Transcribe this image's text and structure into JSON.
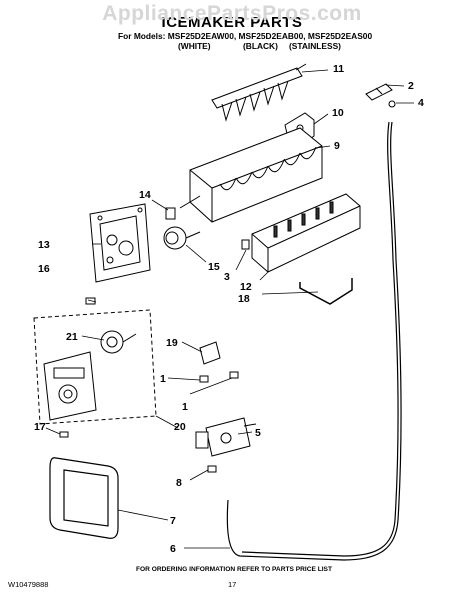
{
  "watermark": "AppliancePartsPros.com",
  "title": "ICEMAKER PARTS",
  "models_line": "For Models: MSF25D2EAW00, MSF25D2EAB00, MSF25D2EAS00",
  "colors": {
    "white": "(WHITE)",
    "black": "(BLACK)",
    "stainless": "(STAINLESS)"
  },
  "callouts": {
    "c11": "11",
    "c2": "2",
    "c4": "4",
    "c10": "10",
    "c9": "9",
    "c14": "14",
    "c13": "13",
    "c15": "15",
    "c3": "3",
    "c16": "16",
    "c12": "12",
    "c18": "18",
    "c21": "21",
    "c19": "19",
    "c1a": "1",
    "c1b": "1",
    "c5": "5",
    "c17": "17",
    "c20": "20",
    "c8": "8",
    "c7": "7",
    "c6": "6"
  },
  "footer": {
    "part_number": "W10479888",
    "ordering_info": "FOR ORDERING INFORMATION REFER TO PARTS PRICE LIST",
    "page": "17"
  }
}
